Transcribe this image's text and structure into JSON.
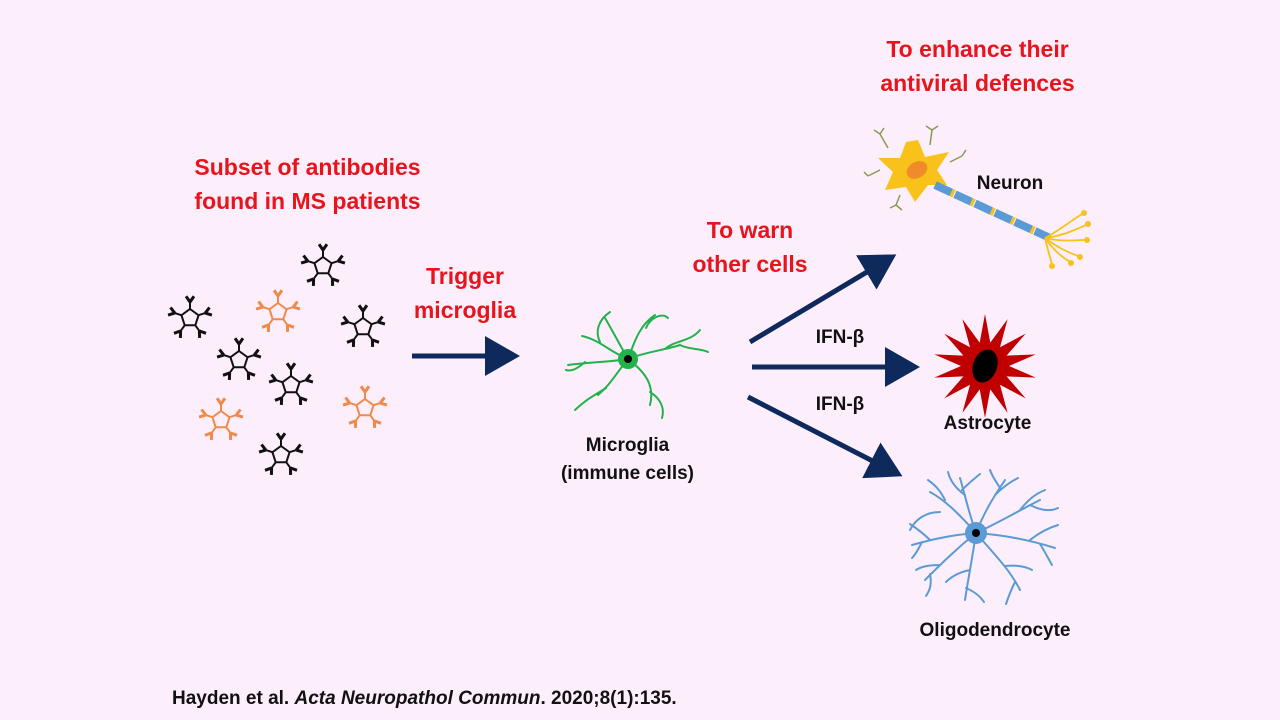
{
  "labels": {
    "subset": [
      "Subset of antibodies",
      "found in MS patients"
    ],
    "trigger": [
      "Trigger",
      "microglia"
    ],
    "warn": [
      "To warn",
      "other cells"
    ],
    "enhance": [
      "To enhance their",
      "antiviral defences"
    ],
    "microglia": [
      "Microglia",
      "(immune cells)"
    ],
    "neuron": "Neuron",
    "astrocyte": "Astrocyte",
    "oligodendrocyte": "Oligodendrocyte",
    "ifn1": "IFN-β",
    "ifn2": "IFN-β"
  },
  "citation": {
    "authors": "Hayden et al.",
    "journal": "Acta Neuropathol Commun",
    "details": ". 2020;8(1):135."
  },
  "colors": {
    "background": "#fdeefc",
    "heading_red": "#e8141c",
    "arrow_navy": "#0e2a5c",
    "antibody_black": "#111111",
    "antibody_orange": "#f08a4b",
    "microglia_green": "#22b24c",
    "neuron_yellow": "#f8c21a",
    "neuron_orange": "#f08a2b",
    "axon_blue": "#5b9bd5",
    "astrocyte_red": "#c00000",
    "oligo_blue": "#5b9bd5"
  }
}
